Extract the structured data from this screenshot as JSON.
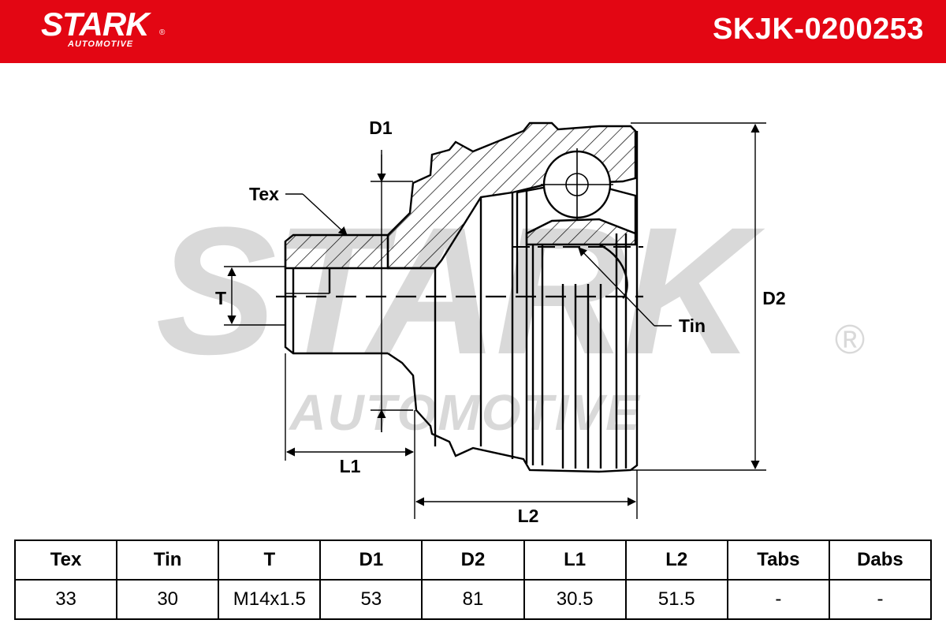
{
  "header": {
    "brand": "STARK",
    "brand_sub": "AUTOMOTIVE",
    "registered_mark": "®",
    "part_number": "SKJK-0200253",
    "background_color": "#e30613"
  },
  "watermark": {
    "main": "STARK",
    "sub": "AUTOMOTIVE",
    "registered_mark": "®",
    "color": "#d9d9d9"
  },
  "diagram": {
    "labels": {
      "d1": "D1",
      "d2": "D2",
      "tex": "Tex",
      "tin": "Tin",
      "t": "T",
      "l1": "L1",
      "l2": "L2"
    }
  },
  "spec_table": {
    "headers": [
      "Tex",
      "Tin",
      "T",
      "D1",
      "D2",
      "L1",
      "L2",
      "Tabs",
      "Dabs"
    ],
    "values": [
      "33",
      "30",
      "M14x1.5",
      "53",
      "81",
      "30.5",
      "51.5",
      "-",
      "-"
    ]
  }
}
